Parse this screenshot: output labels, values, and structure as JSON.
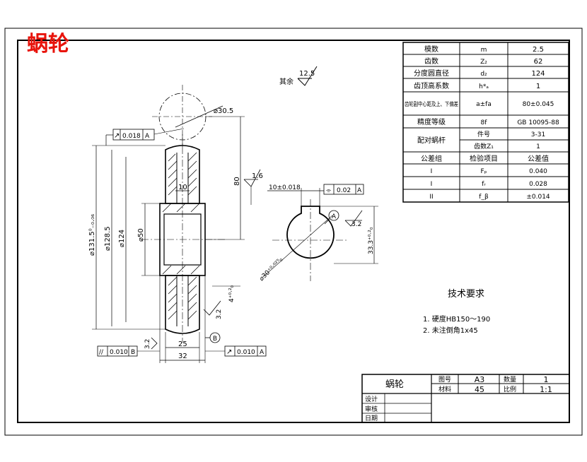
{
  "stamp": "蜗轮",
  "roughness": {
    "other_label": "其余",
    "other_value": "12.5",
    "r1": "1.6",
    "r2": "3.2",
    "r3": "3.2",
    "r4": "3.2"
  },
  "gear_table": [
    [
      "模数",
      "m",
      "2.5"
    ],
    [
      "齿数",
      "Z₂",
      "62"
    ],
    [
      "分度圆直径",
      "d₂",
      "124"
    ],
    [
      "齿顶高系数",
      "h*ₐ",
      "1"
    ],
    [
      "齿轮副中心距及上、下偏差",
      "a±fa",
      "80±0.045"
    ],
    [
      "精度等级",
      "8f",
      "GB 10095-88"
    ],
    [
      "配对蜗杆",
      "件号",
      "3-31"
    ],
    [
      "",
      "齿数Z₁",
      "1"
    ],
    [
      "公差组",
      "检验项目",
      "公差值"
    ],
    [
      "I",
      "Fₚ",
      "0.040"
    ],
    [
      "I",
      "fᵣ",
      "0.028"
    ],
    [
      "II",
      "f_β",
      "±0.014"
    ]
  ],
  "dims": {
    "d_top": "⌀30.5",
    "d_outer": "⌀131.5⁰₋₀.₀₆",
    "d_1285": "⌀128.5",
    "d_124": "⌀124",
    "d_50": "⌀50",
    "h_80": "80",
    "w_10": "10",
    "w_25": "25",
    "w_32": "32",
    "key_width": "10±0.018",
    "d_key": "⌀30⁺⁰·⁰²⁵₀",
    "key_depth": "33.3⁺⁰·²₀",
    "key_h": "4⁺⁰·²₀",
    "center_mark": "A",
    "datum_b": "B"
  },
  "fcf": {
    "runout_top": [
      "↗",
      "0.018",
      "A"
    ],
    "sym_key": [
      "⌯",
      "0.02",
      "A"
    ],
    "parallel": [
      "//",
      "0.010",
      "B"
    ],
    "runout_bottom": [
      "↗",
      "0.010",
      "A"
    ]
  },
  "tech": {
    "title": "技术要求",
    "items": [
      "1. 硬度HB150～190",
      "2. 未注倒角1x45"
    ]
  },
  "title_block": {
    "name": "蜗轮",
    "tuhao_label": "图号",
    "tuhao_value": "A3",
    "shuliang_label": "数量",
    "shuliang_value": "1",
    "cailiao_label": "材料",
    "cailiao_value": "45",
    "bili_label": "比例",
    "bili_value": "1:1",
    "sheji": "设计",
    "shenhe": "审核",
    "riqi": "日期"
  }
}
